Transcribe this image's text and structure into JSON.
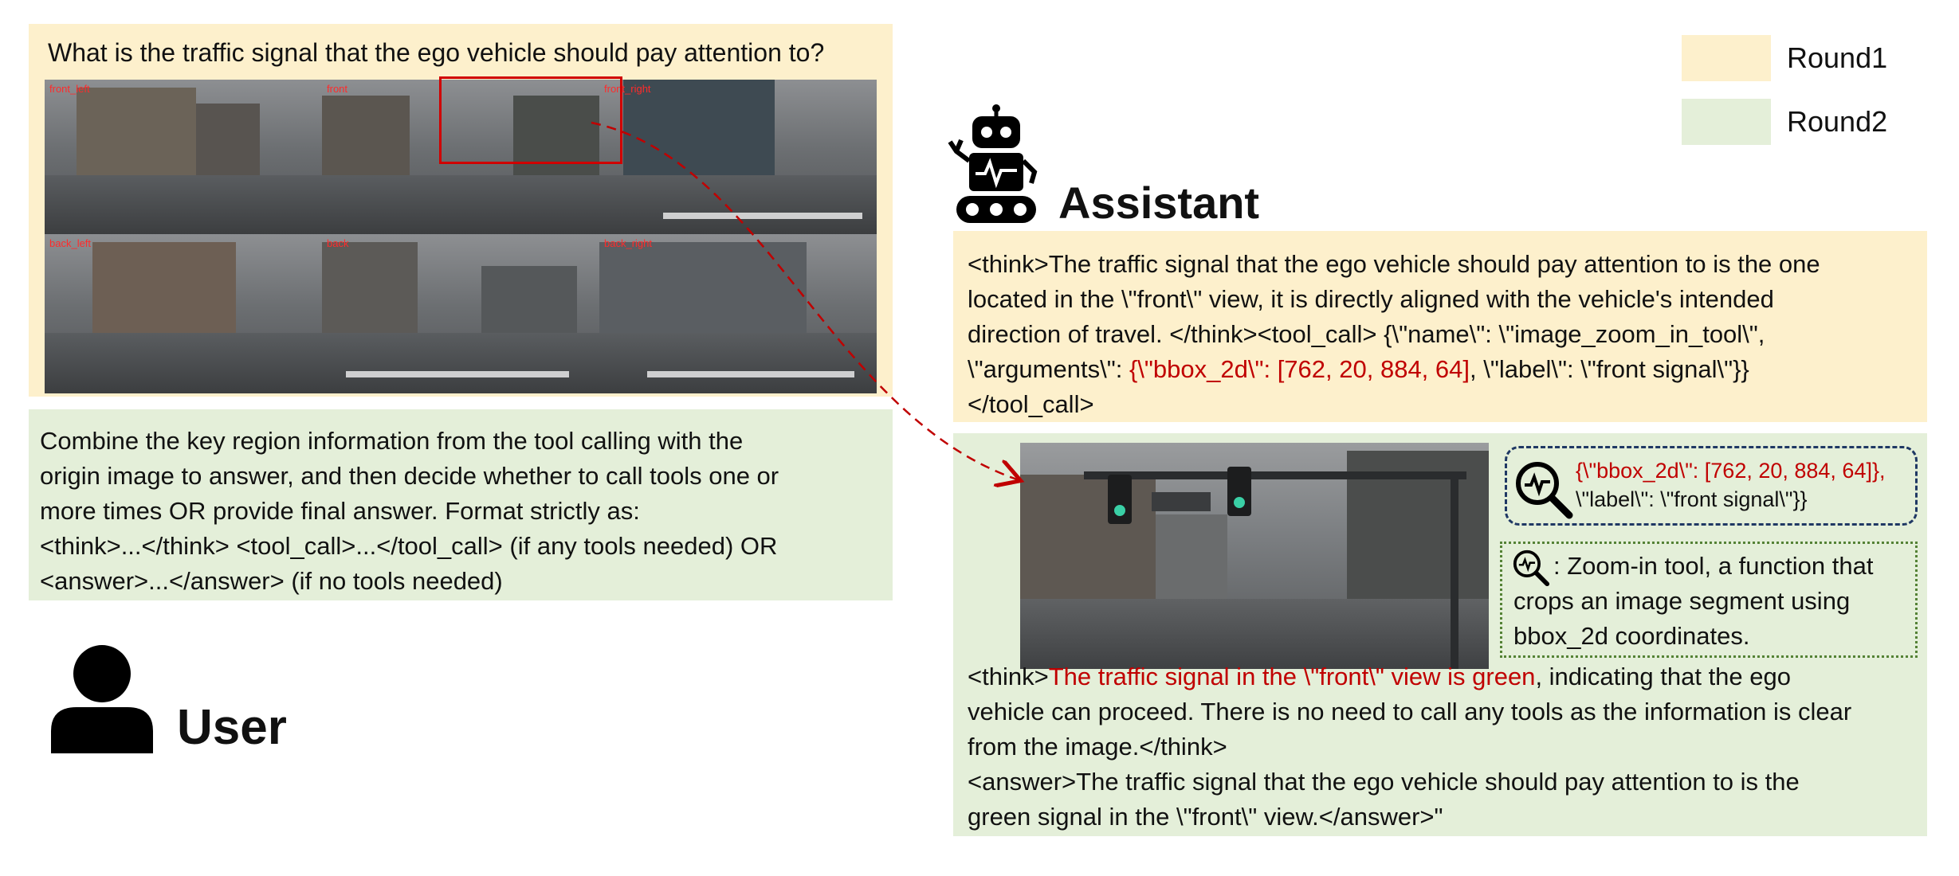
{
  "legend": [
    {
      "label": "Round1",
      "color": "#fdf0cc"
    },
    {
      "label": "Round2",
      "color": "#e4efd9"
    }
  ],
  "user": {
    "question": "What is the traffic signal that the ego vehicle should pay attention to?",
    "label": "User",
    "cameras": [
      "front_left",
      "front",
      "front_right",
      "back_left",
      "back",
      "back_right"
    ],
    "instruction_lines": [
      "Combine the key region information from the tool calling with the",
      "origin image to answer, and then decide whether to call tools one or",
      "more times OR provide final answer. Format strictly as:",
      "<think>...</think> <tool_call>...</tool_call> (if any tools needed) OR",
      "<answer>...</answer> (if no tools needed)"
    ]
  },
  "assistant": {
    "label": "Assistant",
    "round1": {
      "line1": "<think>The traffic signal that the ego vehicle should pay attention to is the one",
      "line2": "located in the \\\"front\\\" view, it is directly aligned with the vehicle's intended",
      "line3": "direction of travel. </think><tool_call> {\\\"name\\\": \\\"image_zoom_in_tool\\\",",
      "line4_prefix": "\\\"arguments\\\": ",
      "line4_red": "{\\\"bbox_2d\\\": [762, 20, 884, 64]",
      "line4_suffix": ", \\\"label\\\": \\\"front signal\\\"}}",
      "line5": "</tool_call>"
    },
    "tool_box": {
      "line1_red": "{\\\"bbox_2d\\\": [762, 20, 884, 64]},",
      "line2": "\\\"label\\\": \\\"front signal\\\"}}"
    },
    "tool_desc": {
      "line1": ": Zoom-in tool, a function that",
      "line2": "crops an image segment using",
      "line3": "bbox_2d coordinates."
    },
    "round2": {
      "line1_prefix": "<think>",
      "line1_red": "The traffic signal in the \\\"front\\\" view is green",
      "line1_suffix": ", indicating that the ego",
      "line2": "vehicle can proceed. There is no need to call any tools as the information is clear",
      "line3": "from the image.</think>",
      "line4": "<answer>The traffic signal that the ego vehicle should pay attention to is the",
      "line5": "green signal in the \\\"front\\\" view.</answer>\""
    }
  }
}
